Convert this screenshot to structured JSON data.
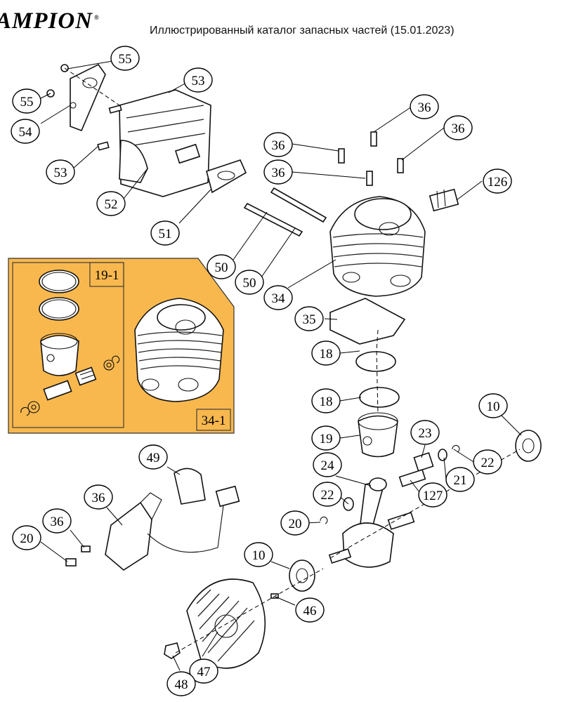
{
  "header": {
    "brand": "AMPION",
    "brand_mark": "®",
    "title": "Иллюстрированный каталог запасных частей (15.01.2023)"
  },
  "colors": {
    "kit_panel": "#F8B84E",
    "line": "#000000"
  },
  "callouts": [
    "55",
    "53",
    "55",
    "54",
    "36",
    "36",
    "36",
    "36",
    "126",
    "53",
    "52",
    "51",
    "50",
    "50",
    "34",
    "35",
    "18",
    "18",
    "19",
    "23",
    "10",
    "24",
    "22",
    "20",
    "22",
    "21",
    "127",
    "49",
    "36",
    "36",
    "20",
    "10",
    "46",
    "47",
    "48"
  ],
  "kits": {
    "piston_kit": "19-1",
    "cylinder_kit": "34-1"
  }
}
